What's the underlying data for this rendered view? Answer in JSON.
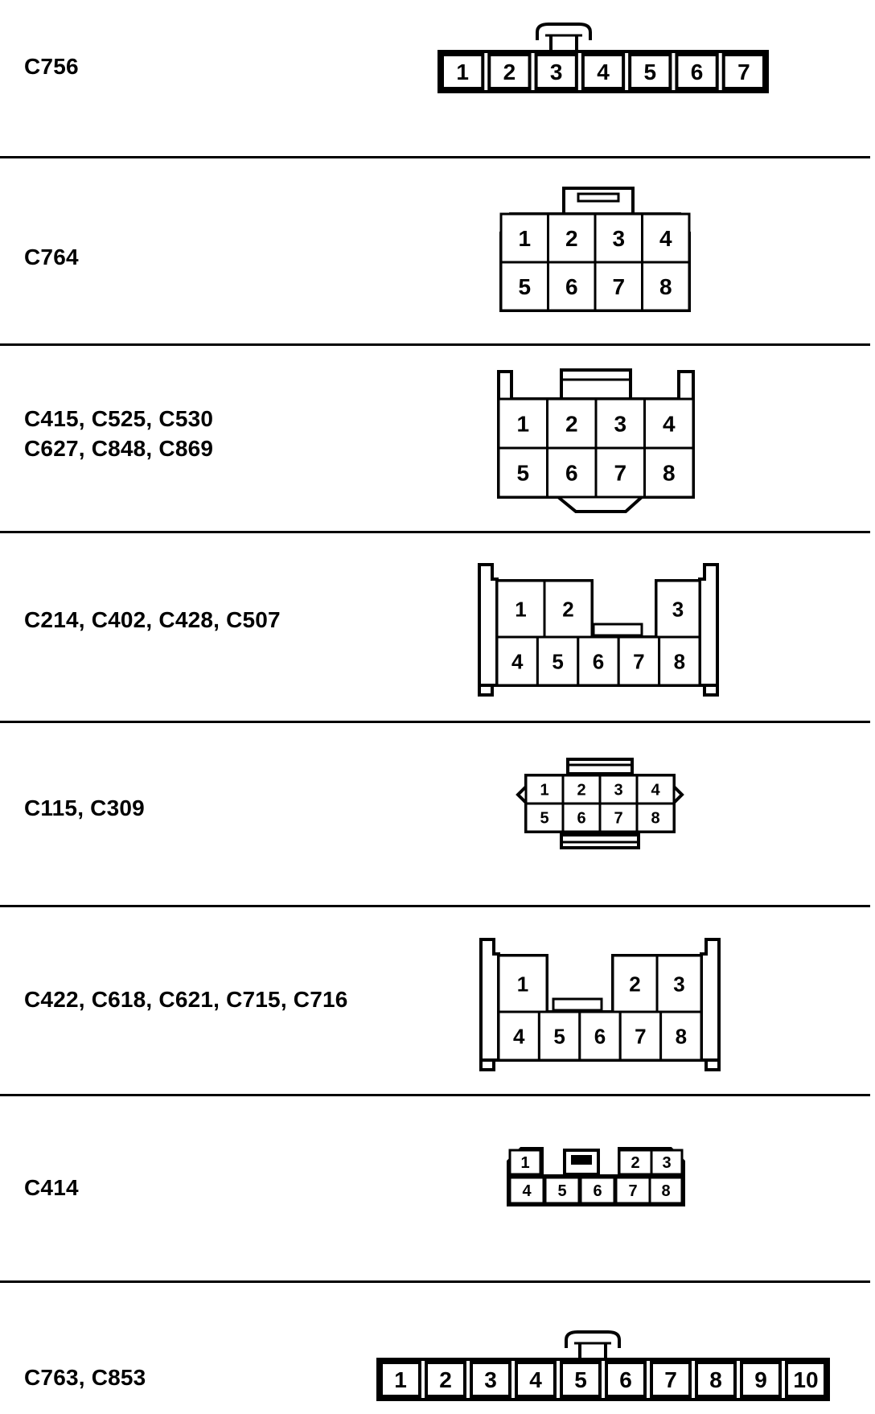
{
  "connectors": [
    {
      "id": "c756",
      "labels": [
        "C756"
      ],
      "pins": [
        "1",
        "2",
        "3",
        "4",
        "5",
        "6",
        "7"
      ]
    },
    {
      "id": "c764",
      "labels": [
        "C764"
      ],
      "pins": [
        "1",
        "2",
        "3",
        "4",
        "5",
        "6",
        "7",
        "8"
      ]
    },
    {
      "id": "c415-group",
      "labels": [
        "C415, C525, C530",
        "C627, C848, C869"
      ],
      "pins": [
        "1",
        "2",
        "3",
        "4",
        "5",
        "6",
        "7",
        "8"
      ]
    },
    {
      "id": "c214-group",
      "labels": [
        "C214, C402, C428, C507"
      ],
      "pins": [
        "1",
        "2",
        "3",
        "4",
        "5",
        "6",
        "7",
        "8"
      ]
    },
    {
      "id": "c115-group",
      "labels": [
        "C115, C309"
      ],
      "pins": [
        "1",
        "2",
        "3",
        "4",
        "5",
        "6",
        "7",
        "8"
      ]
    },
    {
      "id": "c422-group",
      "labels": [
        "C422, C618, C621, C715, C716"
      ],
      "pins": [
        "1",
        "2",
        "3",
        "4",
        "5",
        "6",
        "7",
        "8"
      ]
    },
    {
      "id": "c414",
      "labels": [
        "C414"
      ],
      "pins": [
        "1",
        "2",
        "3",
        "4",
        "5",
        "6",
        "7",
        "8"
      ]
    },
    {
      "id": "c763-group",
      "labels": [
        "C763, C853"
      ],
      "pins": [
        "1",
        "2",
        "3",
        "4",
        "5",
        "6",
        "7",
        "8",
        "9",
        "10"
      ]
    }
  ]
}
